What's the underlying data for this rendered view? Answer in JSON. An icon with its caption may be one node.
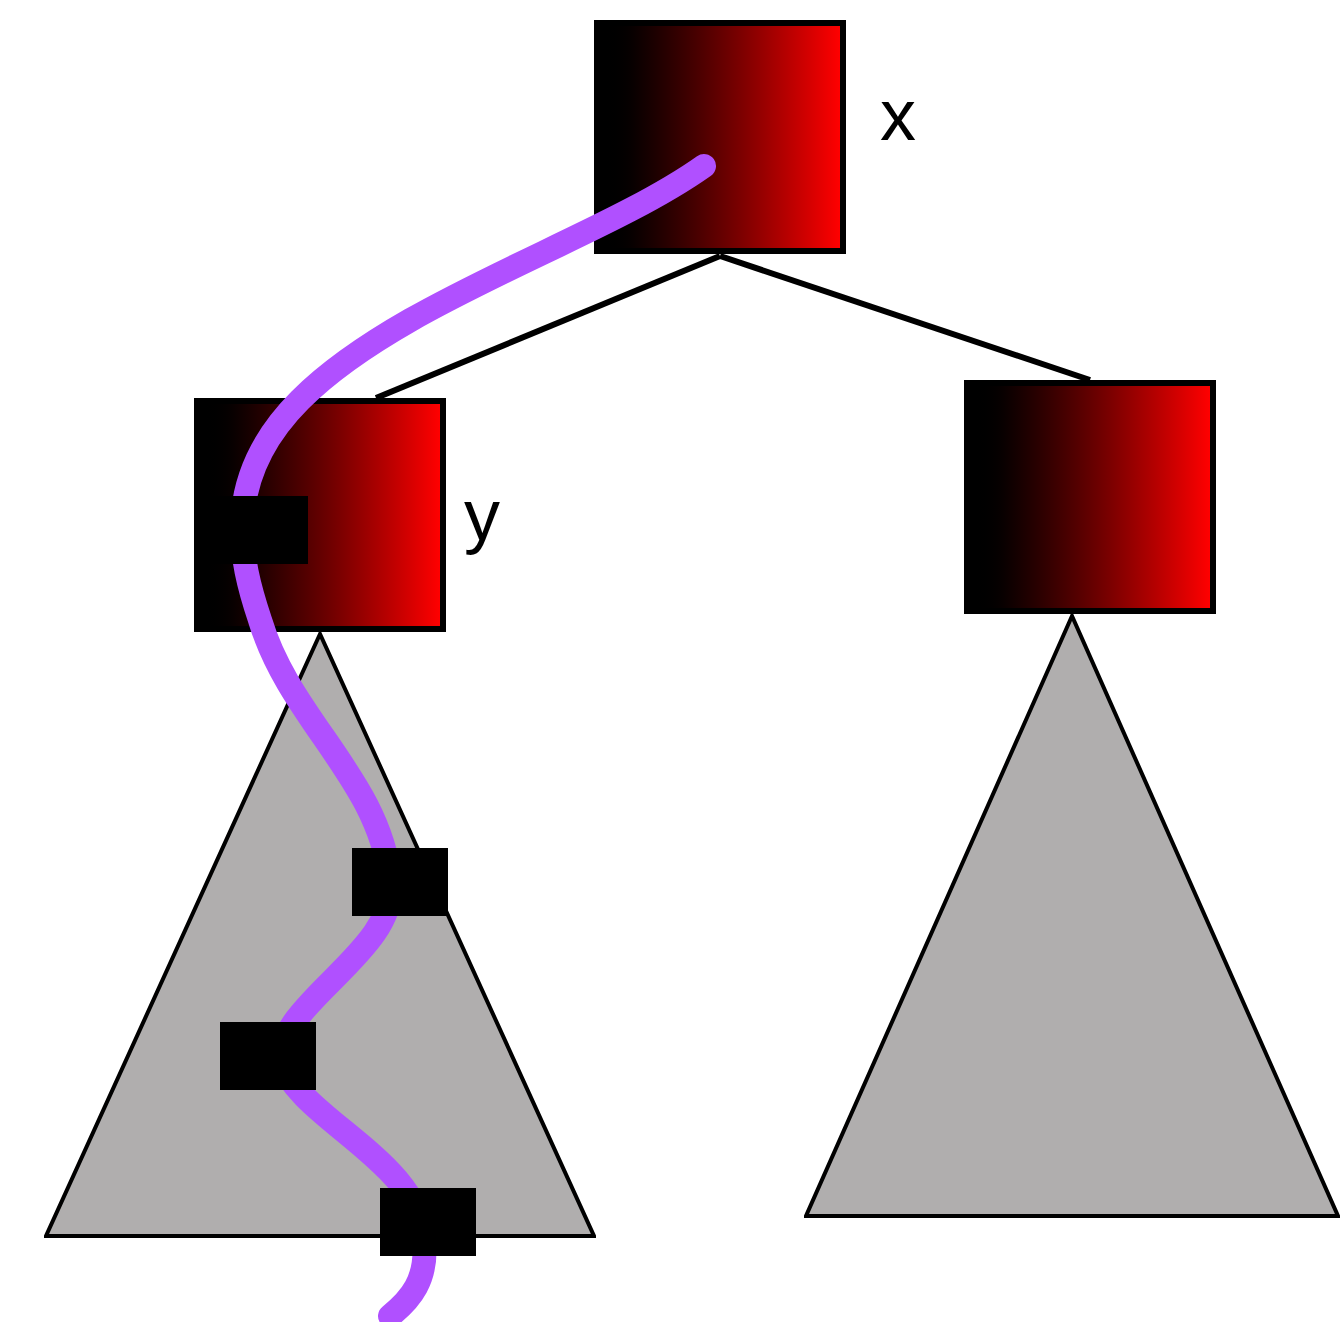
{
  "diagram": {
    "nodes": [
      {
        "text": [],
        "shape": "box",
        "beside": [
          "x"
        ]
      },
      {
        "text": [],
        "shape": "box",
        "beside": [
          "y"
        ]
      },
      {
        "text": [],
        "shape": "box"
      },
      {
        "text": [],
        "shape": "triangle"
      },
      {
        "text": [],
        "shape": "triangle"
      }
    ],
    "edges": [
      {
        "from": 0,
        "to": 1,
        "arrow": "none"
      },
      {
        "from": 0,
        "to": 2,
        "arrow": "none"
      }
    ]
  }
}
